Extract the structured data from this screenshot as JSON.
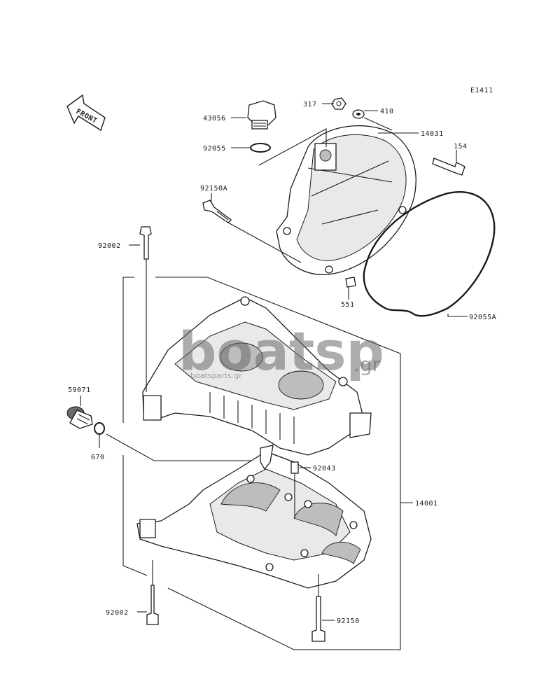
{
  "diagram_code": "E1411",
  "front_label": "FRONT",
  "watermark": {
    "main": "boatsp",
    "tld": ".gr",
    "sub": "boatsparts.gr"
  },
  "parts": {
    "p317": "317",
    "p410": "410",
    "p43056": "43056",
    "p14031": "14031",
    "p154": "154",
    "p92055": "92055",
    "p92150A": "92150A",
    "p92002_top": "92002",
    "p551": "551",
    "p92055A": "92055A",
    "p59071": "59071",
    "p670": "670",
    "p92043": "92043",
    "p14001": "14001",
    "p92002_bottom": "92002",
    "p92150": "92150"
  }
}
